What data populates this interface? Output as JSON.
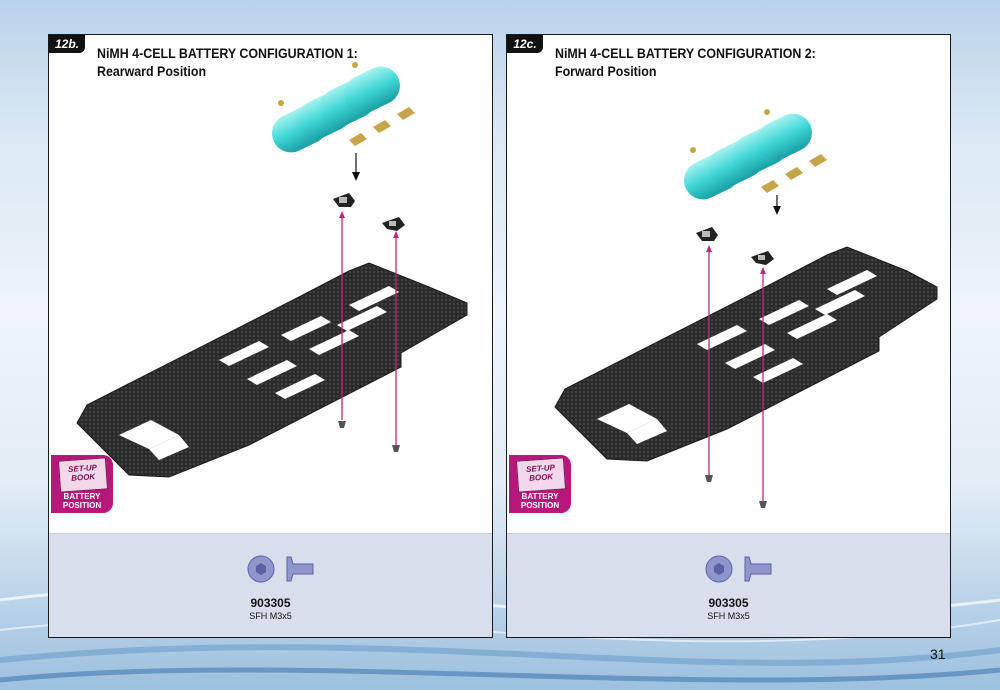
{
  "page_number": "31",
  "panels": [
    {
      "step": "12b.",
      "title": "NiMH 4-CELL BATTERY CONFIGURATION 1:",
      "subtitle": "Rearward Position",
      "badge": {
        "book_text": "SET-UP BOOK",
        "label_1": "BATTERY",
        "label_2": "POSITION"
      },
      "part": {
        "number": "903305",
        "desc": "SFH M3x5"
      }
    },
    {
      "step": "12c.",
      "title": "NiMH 4-CELL BATTERY CONFIGURATION 2:",
      "subtitle": "Forward Position",
      "badge": {
        "book_text": "SET-UP BOOK",
        "label_1": "BATTERY",
        "label_2": "POSITION"
      },
      "part": {
        "number": "903305",
        "desc": "SFH M3x5"
      }
    }
  ],
  "colors": {
    "accent": "#b5177a",
    "battery": "#3fd6d6",
    "chassis": "#2b2b2b",
    "arrow_line": "#c0267a",
    "parts_bg": "#d9deed",
    "screw": "#8f96cc"
  }
}
